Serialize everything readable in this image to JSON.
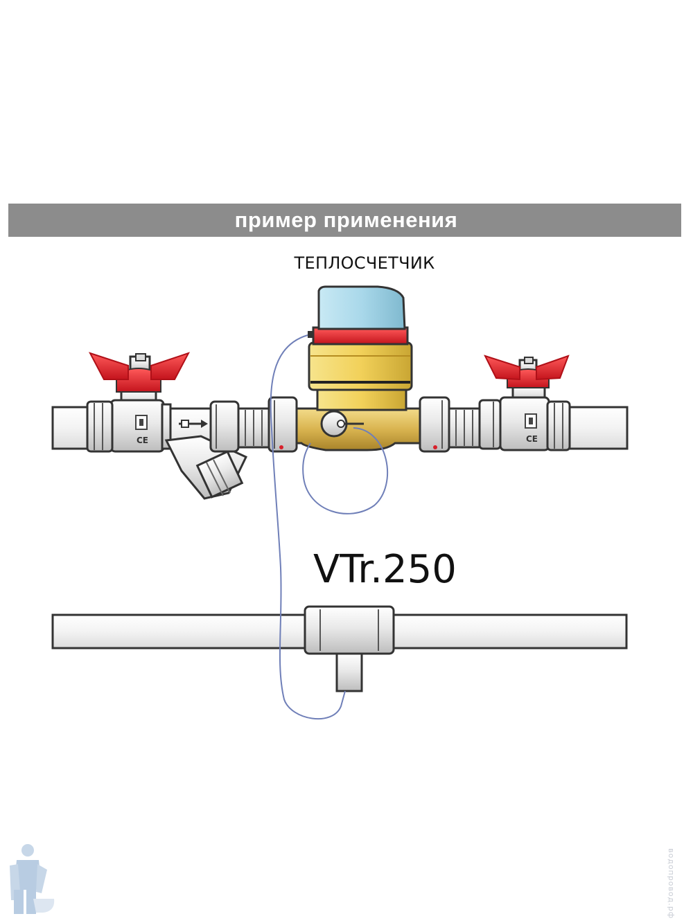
{
  "banner": {
    "text": "пример применения"
  },
  "meter_label": "ТЕПЛОСЧЕТЧИК",
  "model_label": "VTr.250",
  "valve_marks": {
    "ce": "CE"
  },
  "watermark": "водопровод.рф",
  "colors": {
    "banner_bg": "#8c8c8c",
    "valve_handle": "#d8202a",
    "meter_cap": "#a9d8ea",
    "meter_body": "#f2d15a",
    "brass": "#d9b450",
    "pipe_fill": "#f7f7f7",
    "fitting_fill": "#ededed",
    "sensor_wire": "#6f7fb8"
  },
  "icons": [
    "butterfly-handle-icon",
    "flow-arrow-icon",
    "ce-mark-icon",
    "plumber-logo-icon"
  ]
}
